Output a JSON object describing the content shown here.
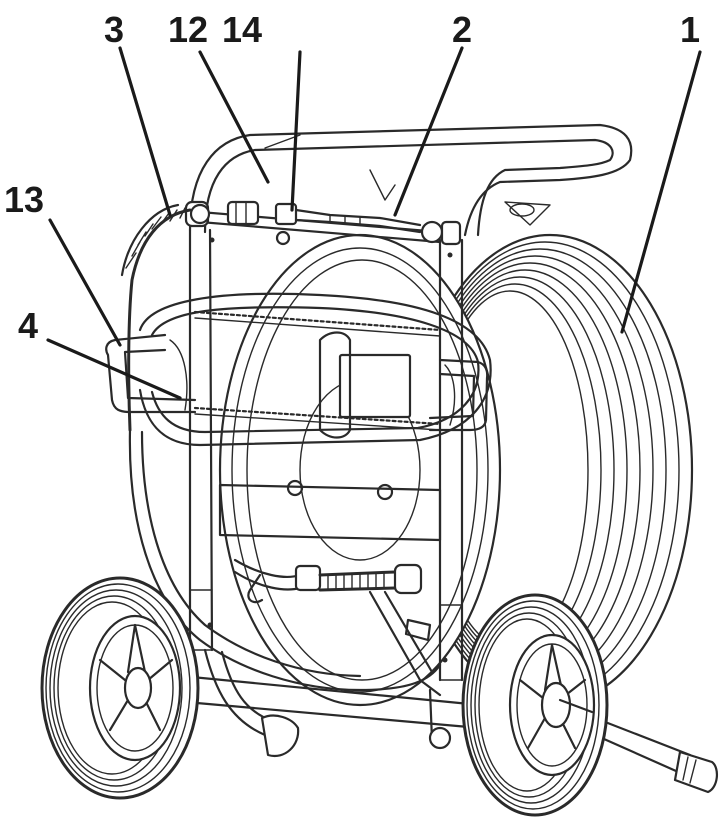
{
  "callouts": {
    "c1": "1",
    "c2": "2",
    "c3": "3",
    "c4": "4",
    "c12": "12",
    "c13": "13",
    "c14": "14"
  },
  "colors": {
    "line": "#2a2a2a",
    "background": "#ffffff",
    "label": "#1a1a1a"
  }
}
